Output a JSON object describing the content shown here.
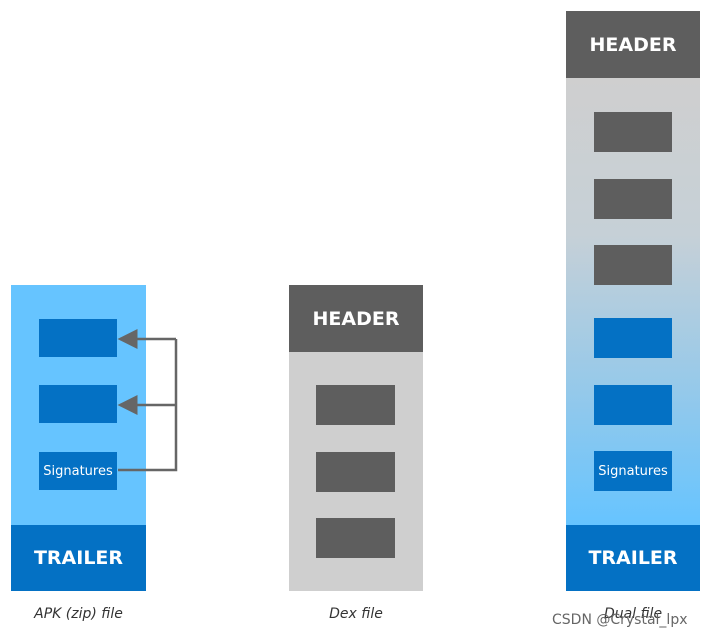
{
  "apk": {
    "blocks": [
      "",
      "",
      "Signatures"
    ],
    "trailer": "TRAILER",
    "caption": "APK (zip) file"
  },
  "dex": {
    "header": "HEADER",
    "caption": "Dex file"
  },
  "dual": {
    "header": "HEADER",
    "signatures": "Signatures",
    "trailer": "TRAILER",
    "caption": "Dual file"
  },
  "watermark": "CSDN @Crystal_lpx",
  "colors": {
    "light_blue": "#66c4ff",
    "dark_blue": "#0471c4",
    "dark_gray": "#5e5e5e",
    "light_gray": "#cfcfcf",
    "arrow": "#666666"
  }
}
